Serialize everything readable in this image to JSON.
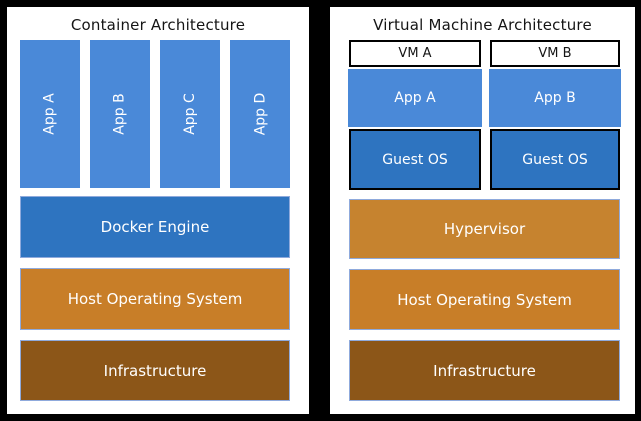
{
  "container_panel": {
    "title": "Container Architecture",
    "apps": [
      {
        "label": "App A"
      },
      {
        "label": "App B"
      },
      {
        "label": "App C"
      },
      {
        "label": "App D"
      }
    ],
    "layers": [
      {
        "id": "docker-engine",
        "label": "Docker Engine"
      },
      {
        "id": "host-os",
        "label": "Host Operating System"
      },
      {
        "id": "infrastructure",
        "label": "Infrastructure"
      }
    ]
  },
  "vm_panel": {
    "title": "Virtual Machine Architecture",
    "vms": [
      {
        "name": "VM A",
        "app": "App A",
        "os": "Guest OS"
      },
      {
        "name": "VM B",
        "app": "App B",
        "os": "Guest OS"
      }
    ],
    "layers": [
      {
        "id": "hypervisor",
        "label": "Hypervisor"
      },
      {
        "id": "host-os",
        "label": "Host Operating System"
      },
      {
        "id": "infrastructure",
        "label": "Infrastructure"
      }
    ]
  },
  "colors": {
    "app_blue": "#4A89D8",
    "engine_blue": "#2E74C0",
    "orange": "#C87E28",
    "hypervisor_orange": "#C6832F",
    "brown": "#8C5618",
    "box_border": "#8FAADC",
    "panel_bg": "#FFFFFF",
    "canvas_bg": "#000000"
  }
}
